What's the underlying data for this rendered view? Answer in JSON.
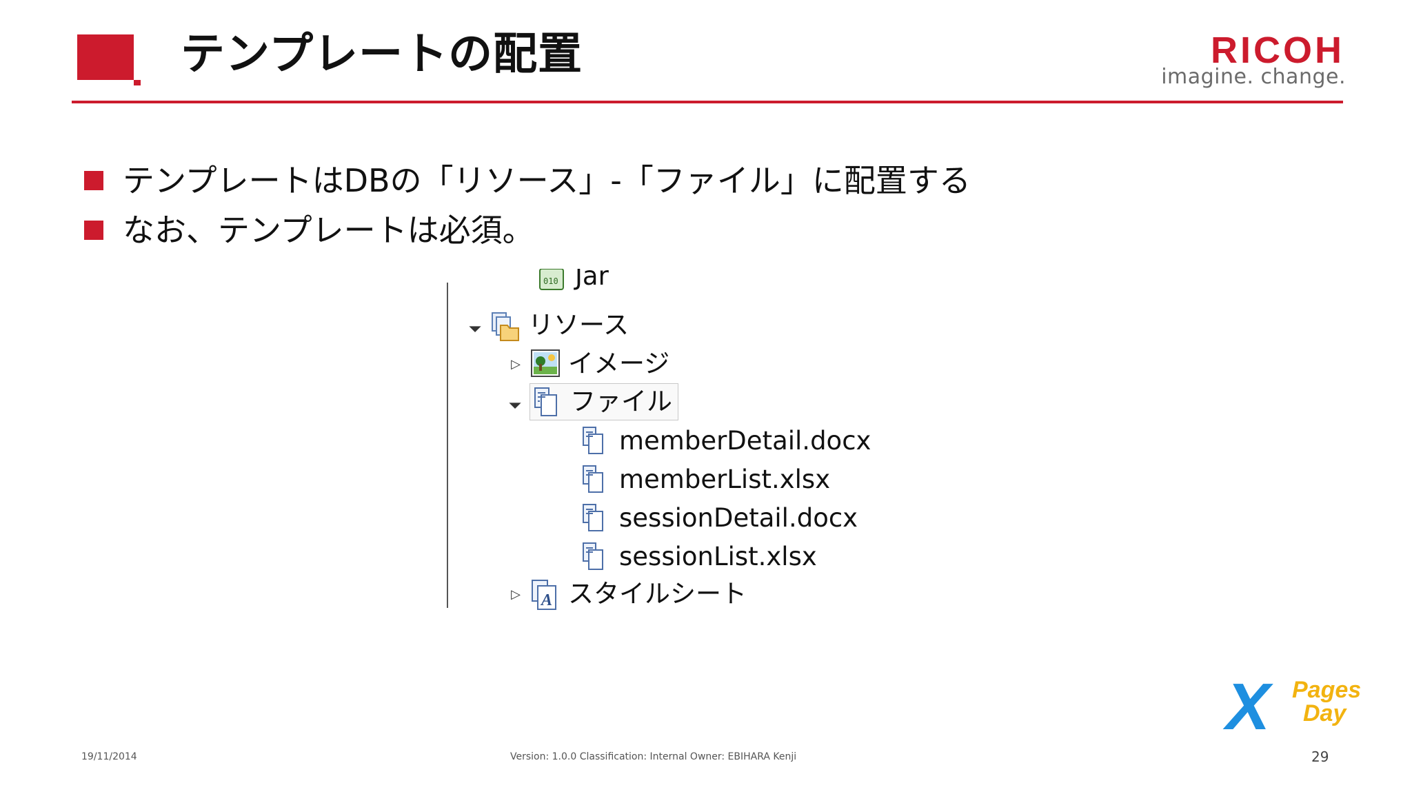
{
  "header": {
    "title": "テンプレートの配置",
    "logo_word": "RICOH",
    "logo_tagline": "imagine. change."
  },
  "bullets": [
    {
      "text": "テンプレートはDBの「リソース」-「ファイル」に配置する"
    },
    {
      "text": "なお、テンプレートは必須。"
    }
  ],
  "tree": {
    "partial_top": "Jar",
    "resources": {
      "label": "リソース",
      "expanded": true,
      "icon": "resources-folder-icon"
    },
    "image": {
      "label": "イメージ",
      "expanded": false,
      "icon": "image-icon"
    },
    "files": {
      "label": "ファイル",
      "expanded": true,
      "selected": true,
      "icon": "files-icon"
    },
    "file_items": [
      {
        "label": "memberDetail.docx",
        "icon": "file-icon"
      },
      {
        "label": "memberList.xlsx",
        "icon": "file-icon"
      },
      {
        "label": "sessionDetail.docx",
        "icon": "file-icon"
      },
      {
        "label": "sessionList.xlsx",
        "icon": "file-icon"
      }
    ],
    "stylesheet": {
      "label": "スタイルシート",
      "expanded": false,
      "icon": "stylesheet-icon"
    }
  },
  "footer": {
    "date": "19/11/2014",
    "meta": "Version: 1.0.0 Classification: Internal  Owner: EBIHARA Kenji",
    "page": "29"
  },
  "event_logo": {
    "x": "X",
    "line1": "Pages",
    "line2": "Day"
  },
  "colors": {
    "accent_red": "#cc1b2d",
    "logo_blue": "#1e8fe0",
    "logo_yellow": "#f2b310"
  }
}
